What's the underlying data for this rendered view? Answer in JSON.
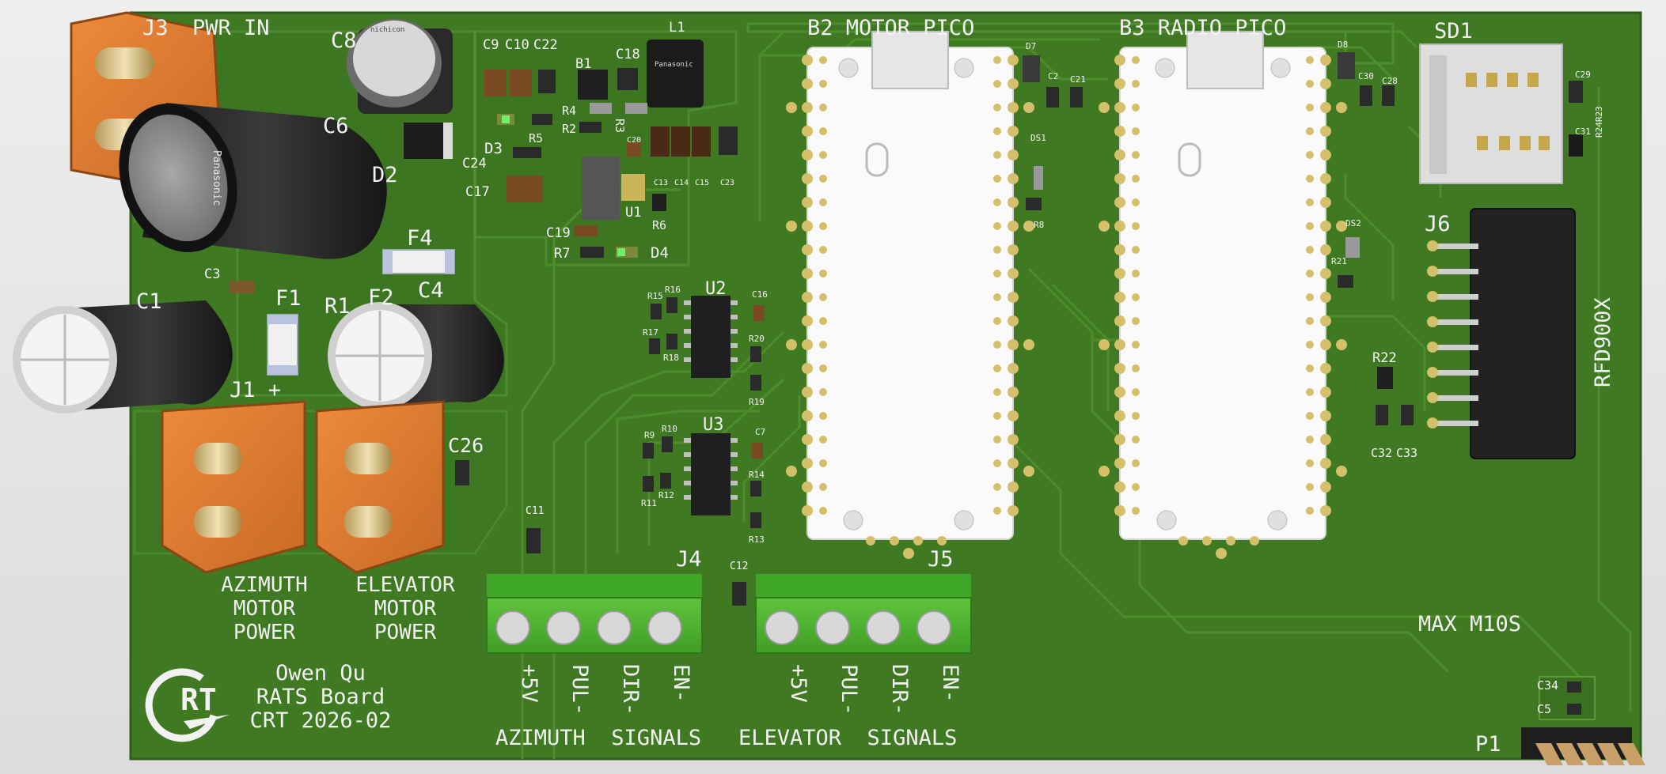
{
  "board": {
    "author": "Owen Qu",
    "name": "RATS Board",
    "revision": "CRT 2026-02",
    "logo_text": "RT",
    "colors": {
      "board": "#3f7a23",
      "board_dark": "#3a7020",
      "trace": "#4c8a2a",
      "silk": "#f2f2f2",
      "pad": "#c9b45a"
    }
  },
  "headings": {
    "pwr_in": "PWR IN",
    "b2": "B2 MOTOR PICO",
    "b3": "B3 RADIO PICO",
    "sd1": "SD1",
    "j6": "J6",
    "rfd": "RFD900X",
    "max": "MAX M10S",
    "p1": "P1"
  },
  "power_labels": {
    "az_l1": "AZIMUTH",
    "az_l2": "MOTOR",
    "az_l3": "POWER",
    "el_l1": "ELEVATOR",
    "el_l2": "MOTOR",
    "el_l3": "POWER"
  },
  "signal_labels": {
    "az": "AZIMUTH  SIGNALS",
    "el": "ELEVATOR  SIGNALS",
    "j4_pins": [
      "+5V",
      "PUL-",
      "DIR-",
      "EN-"
    ],
    "j5_pins": [
      "+5V",
      "PUL-",
      "DIR-",
      "EN-"
    ]
  },
  "refs": {
    "J3": "J3",
    "J1": "J1 +",
    "J4": "J4",
    "J5": "J5",
    "C1": "C1",
    "C4": "C4",
    "C6": "C6",
    "C26": "C26",
    "F1": "F1",
    "F2": "F2",
    "F4": "F4",
    "R1": "R1",
    "D2": "D2",
    "D3": "D3",
    "D4": "D4",
    "C3": "C3",
    "C9": "C9",
    "C10": "C10",
    "C22": "C22",
    "C18": "C18",
    "L1": "L1",
    "B1": "B1",
    "R4": "R4",
    "R2": "R2",
    "R3": "R3",
    "R5": "R5",
    "C24": "C24",
    "C17": "C17",
    "C19": "C19",
    "R7": "R7",
    "U1": "U1",
    "R6": "R6",
    "C20": "C20",
    "C13": "C13",
    "C14": "C14",
    "C15": "C15",
    "C23": "C23",
    "U2": "U2",
    "U3": "U3",
    "C16": "C16",
    "R15": "R15",
    "R16": "R16",
    "R17": "R17",
    "R18": "R18",
    "R20": "R20",
    "R19": "R19",
    "C7": "C7",
    "R9": "R9",
    "R10": "R10",
    "R11": "R11",
    "R12": "R12",
    "R14": "R14",
    "R13": "R13",
    "C11": "C11",
    "C12": "C12",
    "D7": "D7",
    "C2": "C2",
    "C21": "C21",
    "DS1": "DS1",
    "R8": "R8",
    "D8": "D8",
    "C30": "C30",
    "C28": "C28",
    "DS2": "DS2",
    "R21": "R21",
    "C29": "C29",
    "C31": "C31",
    "R24R23": "R24R23",
    "R22": "R22",
    "C32": "C32",
    "C33": "C33",
    "C34": "C34",
    "C5": "C5"
  },
  "markings": {
    "panasonic": "Panasonic",
    "nichicon": "nichicon"
  }
}
